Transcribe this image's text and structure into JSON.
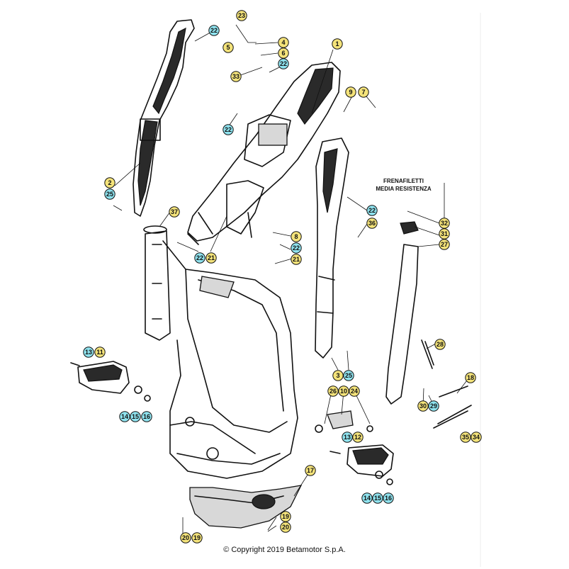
{
  "note": {
    "line1": "FRENAFILETTI",
    "line2": "MEDIA RESISTENZA"
  },
  "copyright": "© Copyright 2019 Betamotor S.p.A.",
  "colors": {
    "yellow": "#f4e37a",
    "cyan": "#8fe3ef",
    "ink": "#111111"
  },
  "callouts": [
    {
      "n": "23",
      "c": "yellow"
    },
    {
      "n": "22",
      "c": "cyan"
    },
    {
      "n": "4",
      "c": "yellow"
    },
    {
      "n": "5",
      "c": "yellow"
    },
    {
      "n": "6",
      "c": "yellow"
    },
    {
      "n": "22",
      "c": "cyan"
    },
    {
      "n": "33",
      "c": "yellow"
    },
    {
      "n": "1",
      "c": "yellow"
    },
    {
      "n": "9",
      "c": "yellow"
    },
    {
      "n": "7",
      "c": "yellow"
    },
    {
      "n": "22",
      "c": "cyan"
    },
    {
      "n": "2",
      "c": "yellow"
    },
    {
      "n": "25",
      "c": "cyan"
    },
    {
      "n": "37",
      "c": "yellow"
    },
    {
      "n": "22",
      "c": "cyan"
    },
    {
      "n": "32",
      "c": "yellow"
    },
    {
      "n": "31",
      "c": "yellow"
    },
    {
      "n": "36",
      "c": "yellow"
    },
    {
      "n": "8",
      "c": "yellow"
    },
    {
      "n": "22",
      "c": "cyan"
    },
    {
      "n": "27",
      "c": "yellow"
    },
    {
      "n": "22",
      "c": "cyan"
    },
    {
      "n": "21",
      "c": "yellow"
    },
    {
      "n": "21",
      "c": "yellow"
    },
    {
      "n": "13",
      "c": "cyan"
    },
    {
      "n": "11",
      "c": "yellow"
    },
    {
      "n": "28",
      "c": "yellow"
    },
    {
      "n": "3",
      "c": "yellow"
    },
    {
      "n": "25",
      "c": "cyan"
    },
    {
      "n": "18",
      "c": "yellow"
    },
    {
      "n": "14",
      "c": "cyan"
    },
    {
      "n": "15",
      "c": "cyan"
    },
    {
      "n": "16",
      "c": "cyan"
    },
    {
      "n": "26",
      "c": "yellow"
    },
    {
      "n": "10",
      "c": "yellow"
    },
    {
      "n": "24",
      "c": "yellow"
    },
    {
      "n": "30",
      "c": "yellow"
    },
    {
      "n": "29",
      "c": "cyan"
    },
    {
      "n": "13",
      "c": "cyan"
    },
    {
      "n": "12",
      "c": "yellow"
    },
    {
      "n": "35",
      "c": "yellow"
    },
    {
      "n": "34",
      "c": "yellow"
    },
    {
      "n": "17",
      "c": "yellow"
    },
    {
      "n": "14",
      "c": "cyan"
    },
    {
      "n": "15",
      "c": "cyan"
    },
    {
      "n": "16",
      "c": "cyan"
    },
    {
      "n": "19",
      "c": "yellow"
    },
    {
      "n": "20",
      "c": "yellow"
    },
    {
      "n": "20",
      "c": "yellow"
    },
    {
      "n": "19",
      "c": "yellow"
    }
  ]
}
